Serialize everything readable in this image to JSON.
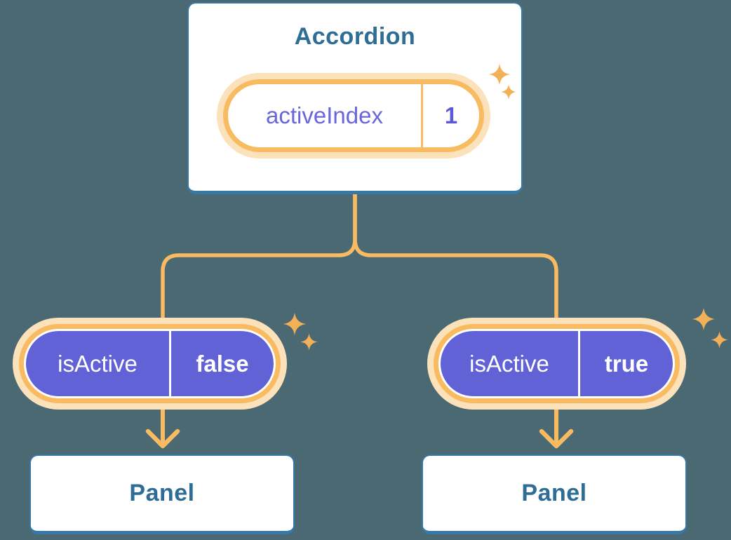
{
  "diagram": {
    "accordion_card": {
      "title": "Accordion",
      "state_pill": {
        "label": "activeIndex",
        "value": "1"
      }
    },
    "branches": {
      "left": {
        "prop_pill": {
          "label": "isActive",
          "value": "false"
        },
        "panel": {
          "title": "Panel"
        }
      },
      "right": {
        "prop_pill": {
          "label": "isActive",
          "value": "true"
        },
        "panel": {
          "title": "Panel"
        }
      }
    },
    "icons": {
      "sparkle": "four-point-star"
    },
    "colors": {
      "background": "#4B6972",
      "card_border": "#3878A6",
      "heading_text": "#2E6D96",
      "pill_purple": "#6062D6",
      "pill_text_purple": "#6966DB",
      "orange": "#F8BB61",
      "halo_cream": "#FBE2BB",
      "sparkle": "#F2B058",
      "white": "#FFFFFF"
    }
  }
}
